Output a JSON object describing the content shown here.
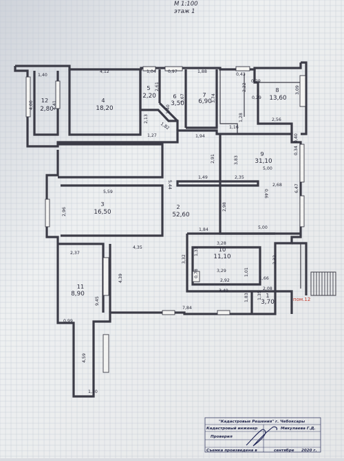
{
  "header": {
    "scale": "М 1:100",
    "floor": "этаж 1"
  },
  "rooms": [
    {
      "num": "1",
      "area": "3,70"
    },
    {
      "num": "2",
      "area": "52,60"
    },
    {
      "num": "3",
      "area": "16,50"
    },
    {
      "num": "4",
      "area": "18,20"
    },
    {
      "num": "5",
      "area": "2,20"
    },
    {
      "num": "6",
      "area": "3,50"
    },
    {
      "num": "7",
      "area": "6,90"
    },
    {
      "num": "8",
      "area": "13,60"
    },
    {
      "num": "9",
      "area": "31,10"
    },
    {
      "num": "10",
      "area": "11,10"
    },
    {
      "num": "11",
      "area": "8,90"
    },
    {
      "num": "12",
      "area": "2,80"
    }
  ],
  "dims": [
    "1,40",
    "4,00",
    "4,41",
    "4,12",
    "1,04",
    "0,97",
    "1,88",
    "0,43",
    "0,29",
    "2,22",
    "0,29",
    "3,09",
    "2,61",
    "3,67",
    "3,74",
    "1,28",
    "2,13",
    "1,40",
    "1,82",
    "1,16",
    "2,56",
    "1,27",
    "1,94",
    "0,40",
    "0,34",
    "5,59",
    "2,96",
    "5,44",
    "2,91",
    "3,83",
    "5,00",
    "1,49",
    "2,35",
    "0,46",
    "2,68",
    "6,47",
    "2,98",
    "5,00",
    "1,84",
    "4,35",
    "3,28",
    "2,37",
    "3,32",
    "1,33",
    "3,29",
    "2,32",
    "4,39",
    "1,01",
    "2,92",
    "1,66",
    "0,78",
    "2,08",
    "9,45",
    "3,49",
    "1,83",
    "1,35",
    "7,84",
    "0,99",
    "4,59",
    "1,30"
  ],
  "label_pom": "пом.12",
  "stamp": {
    "company": "\"Кадастровые Решения\"  г. Чебоксары",
    "engineer_label": "Кадастровый инженер",
    "engineer_name": "Микулаева Г.Д.",
    "checked_label": "Проверил",
    "survey_label": "Съемка произведена в",
    "survey_month": "сентябре",
    "survey_year": "2020 г."
  }
}
